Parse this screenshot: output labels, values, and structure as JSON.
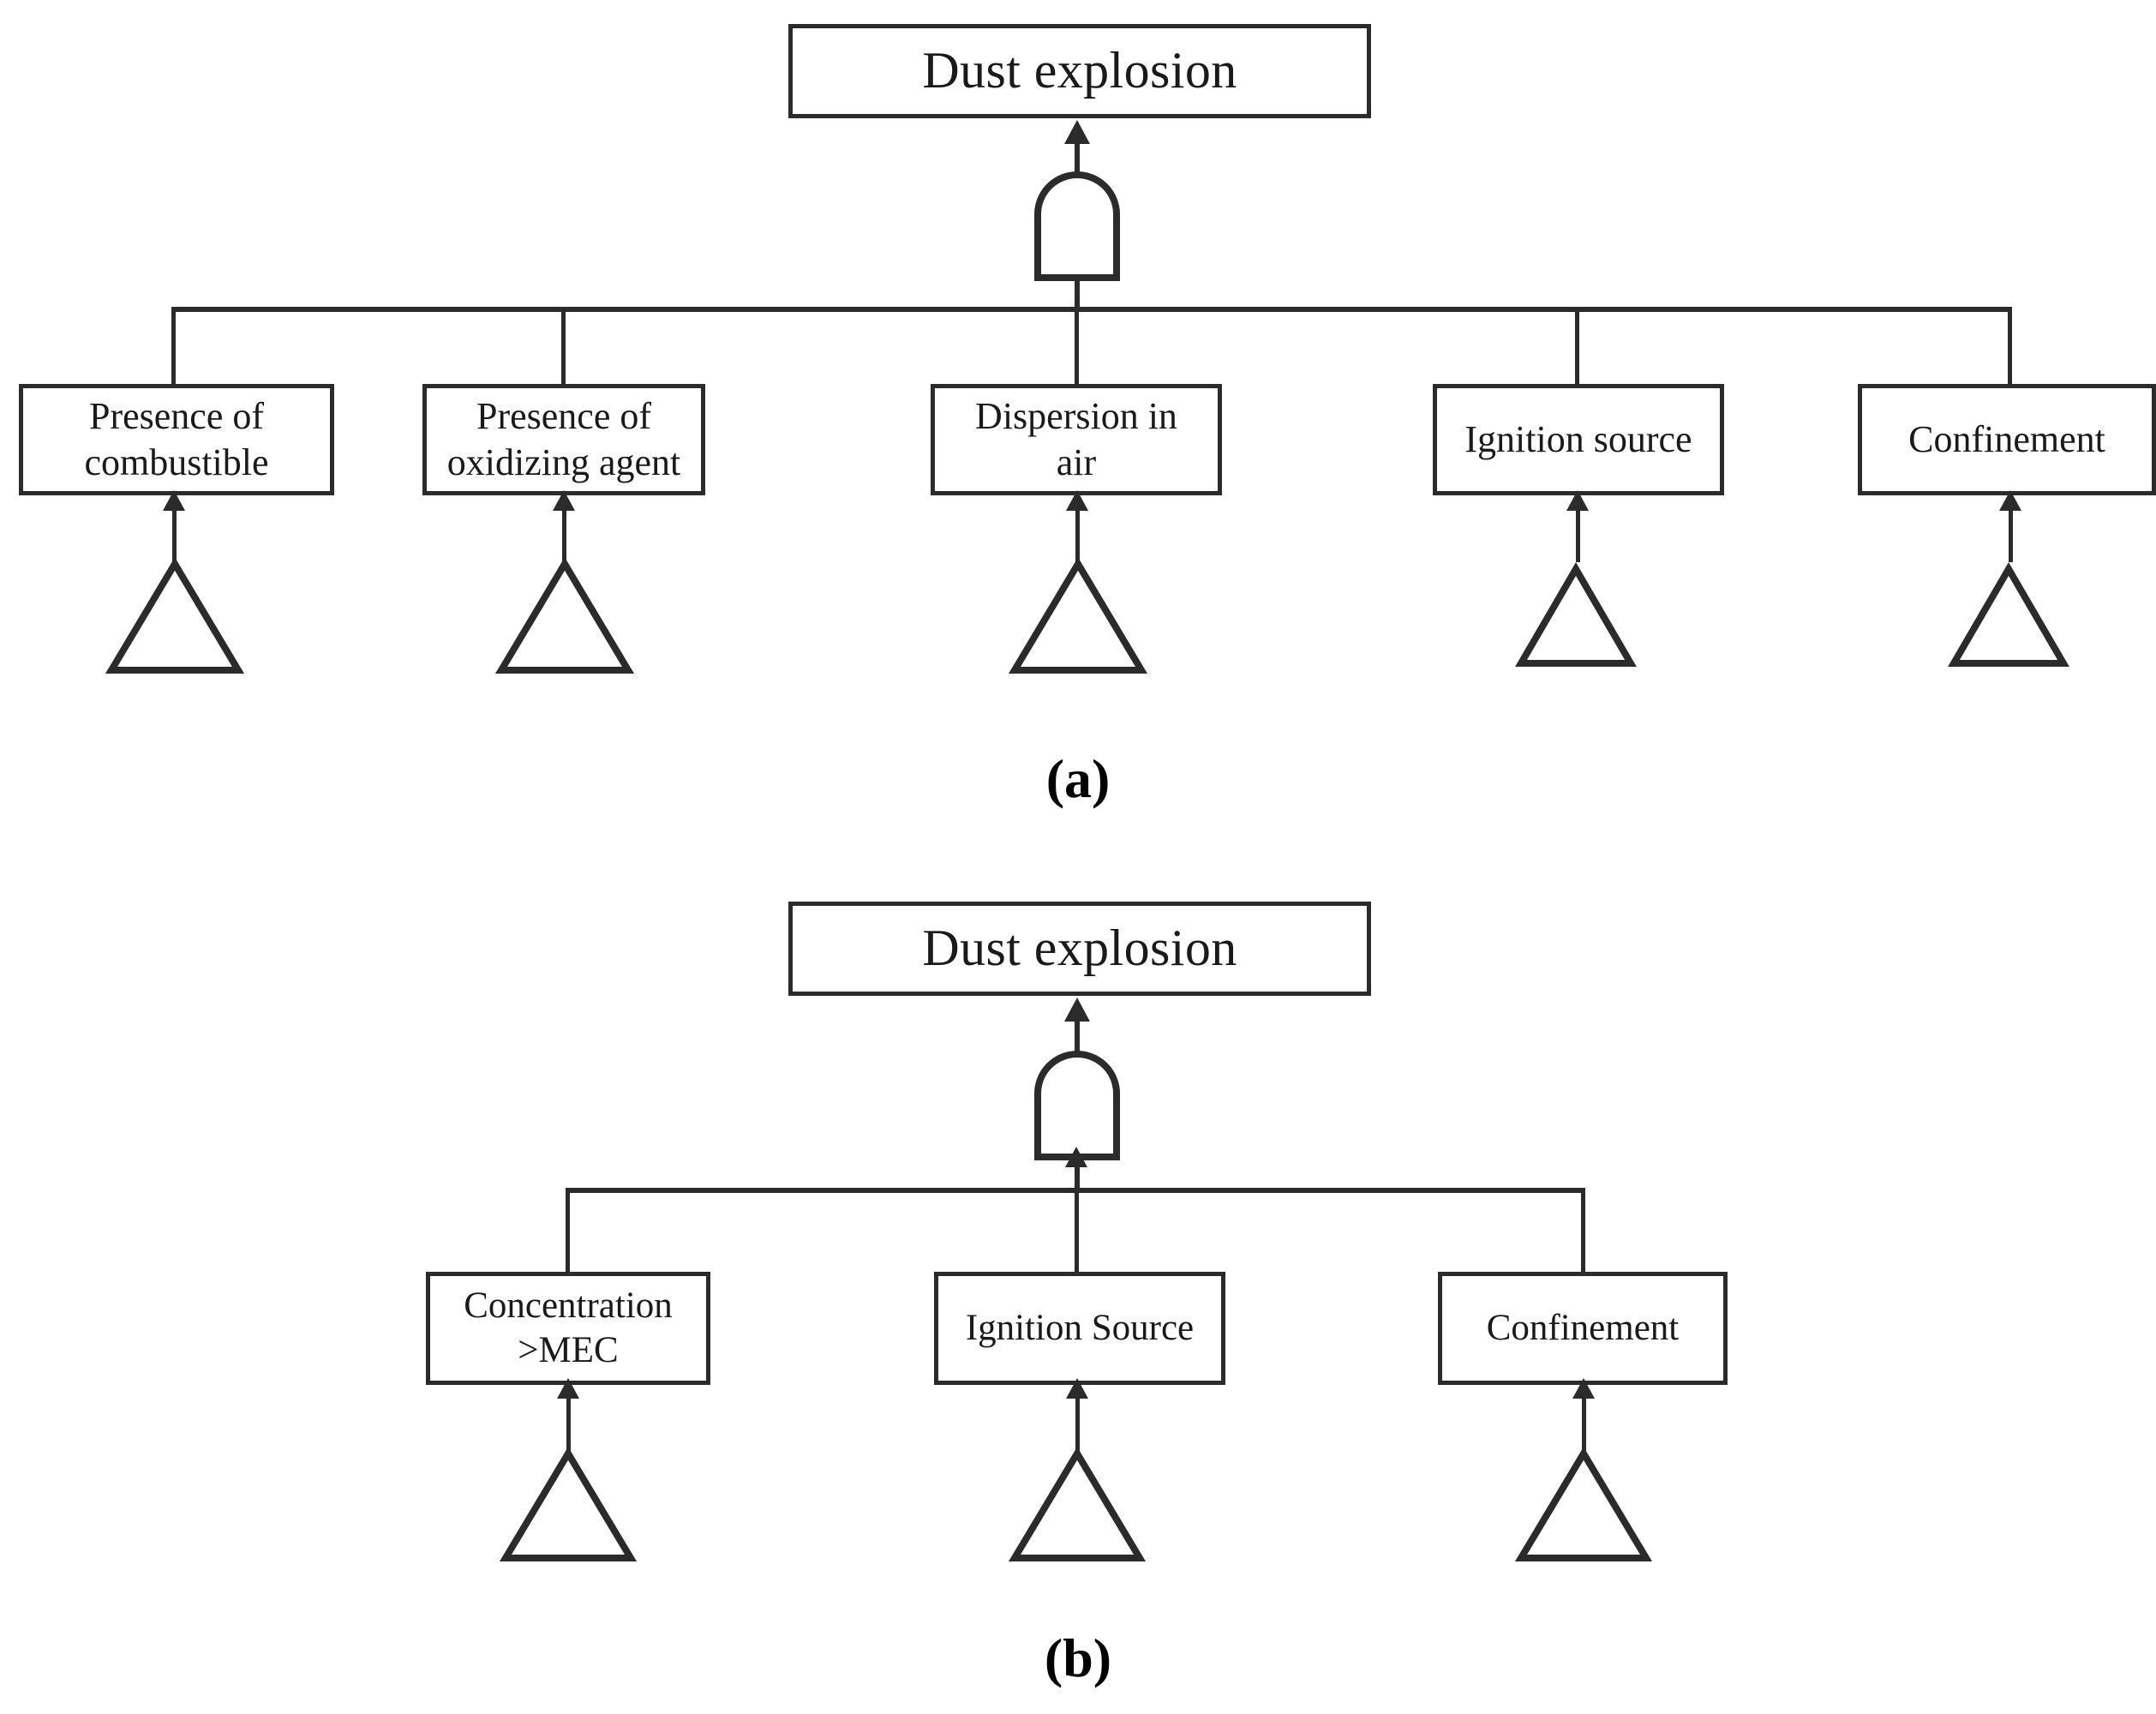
{
  "figure": {
    "type": "fault-tree-diagram",
    "background_color": "#ffffff",
    "line_color": "#2b2b2b",
    "text_color": "#1a1a1a"
  },
  "panels": [
    {
      "id": "a",
      "caption": "(a)",
      "gate_type": "AND",
      "top_event": "Dust explosion",
      "basic_events": [
        {
          "label": "Presence of\ncombustible",
          "symbol": "triangle"
        },
        {
          "label": "Presence of\noxidizing agent",
          "symbol": "triangle"
        },
        {
          "label": "Dispersion in\nair",
          "symbol": "triangle"
        },
        {
          "label": "Ignition source",
          "symbol": "triangle"
        },
        {
          "label": "Confinement",
          "symbol": "triangle"
        }
      ]
    },
    {
      "id": "b",
      "caption": "(b)",
      "gate_type": "AND",
      "top_event": "Dust explosion",
      "basic_events": [
        {
          "label": "Concentration\n>MEC",
          "symbol": "triangle"
        },
        {
          "label": "Ignition Source",
          "symbol": "triangle"
        },
        {
          "label": "Confinement",
          "symbol": "triangle"
        }
      ]
    }
  ]
}
